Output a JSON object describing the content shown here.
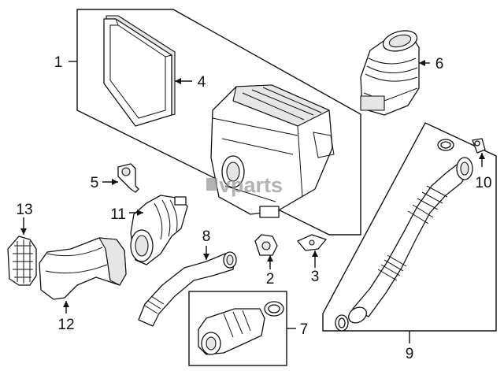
{
  "watermark": "vparts",
  "callouts": [
    {
      "id": "1",
      "label": "1"
    },
    {
      "id": "2",
      "label": "2"
    },
    {
      "id": "3",
      "label": "3"
    },
    {
      "id": "4",
      "label": "4"
    },
    {
      "id": "5",
      "label": "5"
    },
    {
      "id": "6",
      "label": "6"
    },
    {
      "id": "7",
      "label": "7"
    },
    {
      "id": "8",
      "label": "8"
    },
    {
      "id": "9",
      "label": "9"
    },
    {
      "id": "10",
      "label": "10"
    },
    {
      "id": "11",
      "label": "11"
    },
    {
      "id": "12",
      "label": "12"
    },
    {
      "id": "13",
      "label": "13"
    }
  ],
  "colors": {
    "line": "#111111",
    "shade": "#e6e6e6",
    "watermark": "#9a9a9a"
  }
}
